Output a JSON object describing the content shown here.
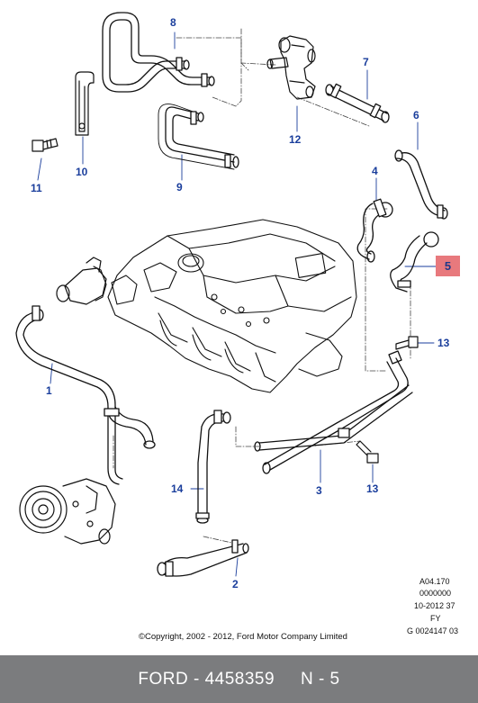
{
  "callouts": {
    "c1": "1",
    "c2": "2",
    "c3": "3",
    "c4": "4",
    "c5": "5",
    "c6": "6",
    "c7": "7",
    "c8": "8",
    "c9": "9",
    "c10": "10",
    "c11": "11",
    "c12": "12",
    "c13a": "13",
    "c13b": "13",
    "c14": "14"
  },
  "meta": {
    "line1": "A04.170",
    "line2": "0000000",
    "line3": "10-2012 37",
    "line4": "FY",
    "line5": "G 0024147 03"
  },
  "copyright": "©Copyright, 2002 - 2012, Ford Motor Company Limited",
  "footer": {
    "text": "FORD - 4458359     N - 5"
  },
  "colors": {
    "callout": "#1a3e9c",
    "highlight": "#e8797d",
    "footer_bg": "#7b7c7e"
  }
}
